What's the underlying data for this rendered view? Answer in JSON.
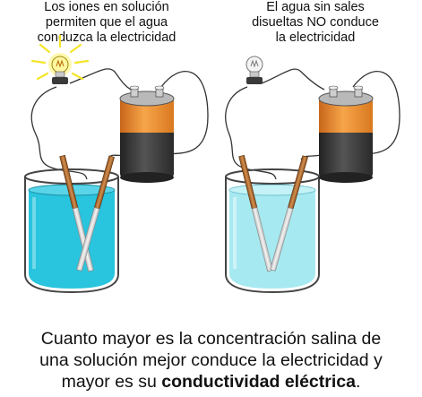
{
  "left_panel": {
    "caption": [
      "Los iones en solución",
      "permiten que el agua",
      "conduzca la electricidad"
    ]
  },
  "right_panel": {
    "caption": [
      "El agua sin sales",
      "disueltas NO conduce",
      "la electricidad"
    ]
  },
  "bottom_text": {
    "line1": "Cuanto mayor es la concentración salina de",
    "line2": "una solución mejor conduce la electricidad y",
    "line3_prefix": "mayor es su ",
    "line3_bold": "conductividad eléctrica",
    "line3_suffix": "."
  },
  "colors": {
    "ionic_water": "#29c4dd",
    "pure_water": "#a7e9f0",
    "battery_orange": "#f0902a",
    "battery_dark": "#3a3a3a",
    "bulb_glow": "#f5e52a"
  }
}
